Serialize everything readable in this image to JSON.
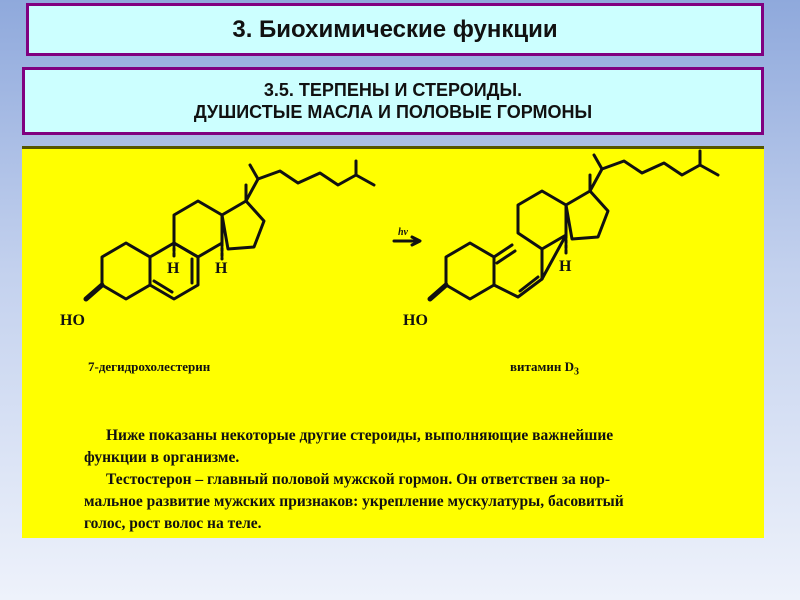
{
  "header": {
    "title": "3. Биохимические функции"
  },
  "subheader": {
    "line1": "3.5. ТЕРПЕНЫ И СТЕРОИДЫ.",
    "line2": "ДУШИСТЫЕ МАСЛА И ПОЛОВЫЕ ГОРМОНЫ"
  },
  "figure": {
    "left_compound": "7-дегидрохолестерин",
    "right_compound": "витамин D",
    "right_compound_sub": "3",
    "arrow_label": "hv",
    "ho_left": "HO",
    "ho_right": "HO",
    "h_label": "H"
  },
  "text": {
    "p1_line1": "Ниже показаны некоторые другие стероиды, выполняющие важнейшие",
    "p1_line2": "функции в организме.",
    "p2_line1": "Тестостерон – главный половой мужской гормон. Он ответствен за нор-",
    "p2_line2": "мальное развитие мужских признаков: укрепление мускулатуры, басовитый",
    "p2_line3": "голос, рост волос на теле."
  },
  "colors": {
    "title_bg": "#ccffff",
    "border": "#800080",
    "panel_bg": "#ffff00"
  }
}
